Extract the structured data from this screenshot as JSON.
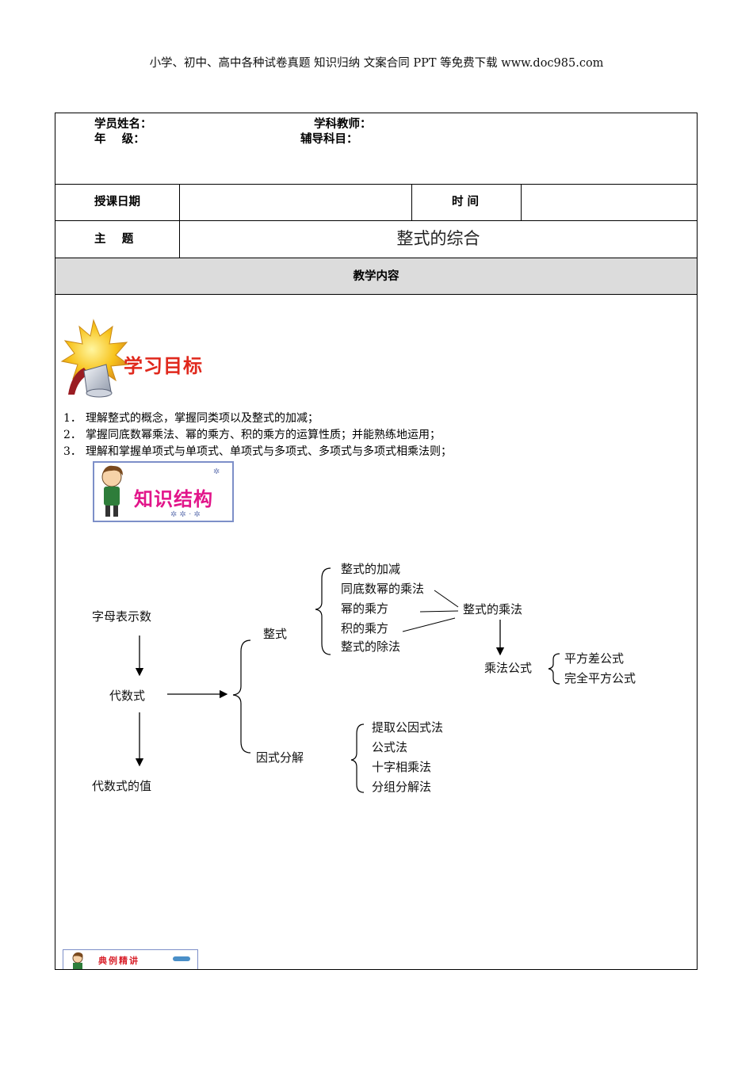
{
  "header": {
    "text": "小学、初中、高中各种试卷真题 知识归纳 文案合同 PPT 等免费下载   www.doc985.com"
  },
  "info": {
    "student_name_label": "学员姓名：",
    "teacher_label": "学科教师：",
    "grade_label": "年    级：",
    "subject_label": "辅导科目："
  },
  "schedule": {
    "date_label": "授课日期",
    "date_value": "",
    "time_label": "时 间",
    "time_value": ""
  },
  "topic": {
    "label": "主    题",
    "title": "整式的综合"
  },
  "content_header": "教学内容",
  "goals_banner": "学习目标",
  "goals": [
    {
      "num": "1．",
      "text": "理解整式的概念，掌握同类项以及整式的加减；"
    },
    {
      "num": "2．",
      "text": "掌握同底数幂乘法、幂的乘方、积的乘方的运算性质；并能熟练地运用；"
    },
    {
      "num": "3．",
      "text": "理解和掌握单项式与单项式、单项式与多项式、多项式与多项式相乘法则；"
    }
  ],
  "structure_banner": "知识结构",
  "diagram": {
    "letters": "字母表示数",
    "algebraic": "代数式",
    "value": "代数式的值",
    "polynomial": "整式",
    "factoring": "因式分解",
    "poly_ops": [
      "整式的加减",
      "同底数幂的乘法",
      "幂的乘方",
      "积的乘方",
      "整式的除法"
    ],
    "multiplication": "整式的乘法",
    "formulas": "乘法公式",
    "formula_types": [
      "平方差公式",
      "完全平方公式"
    ],
    "factor_methods": [
      "提取公因式法",
      "公式法",
      "十字相乘法",
      "分组分解法"
    ]
  },
  "examples_banner": "典例精讲",
  "colors": {
    "goal_banner": "#e0281c",
    "structure_banner": "#e2158a",
    "shade": "#dcdcdc"
  }
}
